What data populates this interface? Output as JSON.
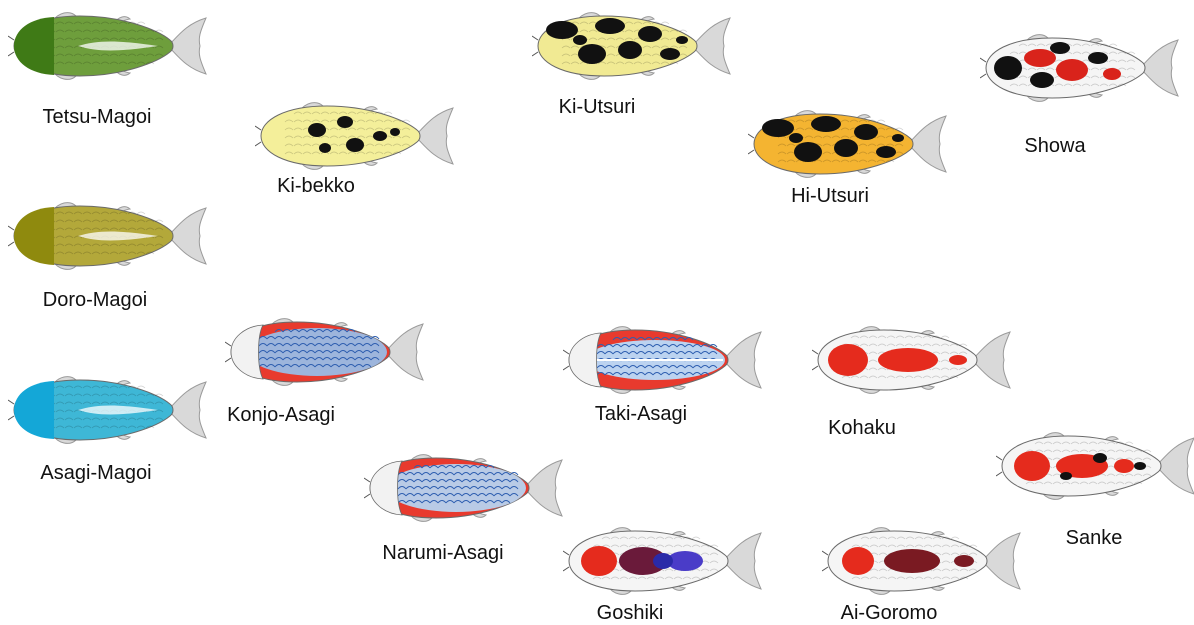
{
  "colors": {
    "connector": "#e8441c",
    "fin": "#d9d9d9",
    "finLine": "#9a9a9a",
    "outline": "#6a6a6a"
  },
  "varieties": [
    {
      "id": "tetsu-magoi",
      "label": "Tetsu-Magoi",
      "body": "#6e9e3c",
      "head": "#3f7a16",
      "pattern": "none"
    },
    {
      "id": "ki-bekko",
      "label": "Ki-bekko",
      "body": "#f4ef9a",
      "head": "#f4ef9a",
      "pattern": "bekko"
    },
    {
      "id": "ki-utsuri",
      "label": "Ki-Utsuri",
      "body": "#f1ea93",
      "head": "#f1ea93",
      "pattern": "utsuri"
    },
    {
      "id": "hi-utsuri",
      "label": "Hi-Utsuri",
      "body": "#f4b431",
      "head": "#f4b431",
      "pattern": "utsuri"
    },
    {
      "id": "showa",
      "label": "Showa",
      "body": "#f5f5f5",
      "head": "#f5f5f5",
      "pattern": "showa"
    },
    {
      "id": "doro-magoi",
      "label": "Doro-Magoi",
      "body": "#b3a83a",
      "head": "#8f8a0e",
      "pattern": "none"
    },
    {
      "id": "asagi-magoi",
      "label": "Asagi-Magoi",
      "body": "#3eb7d6",
      "head": "#14a7d7",
      "pattern": "none"
    },
    {
      "id": "konjo-asagi",
      "label": "Konjo-Asagi",
      "body": "#e83a2e",
      "head": "#f2f2f2",
      "pattern": "asagi"
    },
    {
      "id": "narumi-asagi",
      "label": "Narumi-Asagi",
      "body": "#e83a2e",
      "head": "#f2f2f2",
      "pattern": "asagi-light"
    },
    {
      "id": "taki-asagi",
      "label": "Taki-Asagi",
      "body": "#e83a2e",
      "head": "#f2f2f2",
      "pattern": "taki"
    },
    {
      "id": "kohaku",
      "label": "Kohaku",
      "body": "#f5f5f5",
      "head": "#f5f5f5",
      "pattern": "kohaku"
    },
    {
      "id": "sanke",
      "label": "Sanke",
      "body": "#f5f5f5",
      "head": "#f5f5f5",
      "pattern": "sanke"
    },
    {
      "id": "goshiki",
      "label": "Goshiki",
      "body": "#f5f5f5",
      "head": "#f5f5f5",
      "pattern": "goshiki"
    },
    {
      "id": "ai-goromo",
      "label": "Ai-Goromo",
      "body": "#f5f5f5",
      "head": "#f5f5f5",
      "pattern": "goromo"
    }
  ],
  "connections": [
    [
      "tetsu-magoi",
      "ki-bekko"
    ],
    [
      "ki-bekko",
      "ki-utsuri"
    ],
    [
      "ki-utsuri",
      "hi-utsuri"
    ],
    [
      "hi-utsuri",
      "showa"
    ],
    [
      "asagi-magoi",
      "konjo-asagi"
    ],
    [
      "konjo-asagi",
      "narumi-asagi"
    ],
    [
      "narumi-asagi",
      "taki-asagi"
    ],
    [
      "narumi-asagi",
      "goshiki"
    ],
    [
      "taki-asagi",
      "kohaku"
    ],
    [
      "kohaku",
      "sanke"
    ],
    [
      "goshiki",
      "ai-goromo"
    ],
    [
      "ai-goromo",
      "sanke"
    ]
  ]
}
